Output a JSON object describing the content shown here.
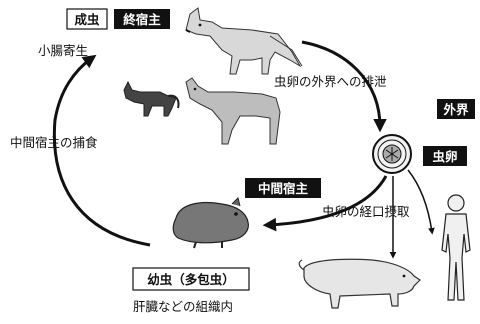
{
  "labels": {
    "adult": "成虫",
    "definitive_host": "終宿主",
    "small_intestine": "小腸寄生",
    "egg_excretion": "虫卵の外界への排泄",
    "outside": "外界",
    "egg": "虫卵",
    "intermediate_predation": "中間宿主の捕食",
    "intermediate_host": "中間宿主",
    "oral_intake": "虫卵の経口摂取",
    "larva": "幼虫（多包虫）",
    "tissue": "肝臓などの組織内"
  }
}
